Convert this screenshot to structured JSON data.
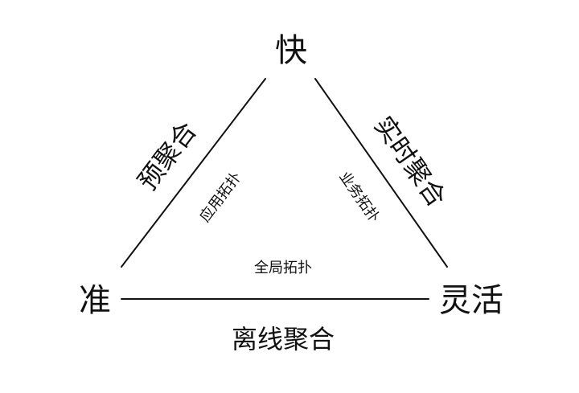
{
  "vertices": {
    "top": "快",
    "left": "准",
    "right": "灵活"
  },
  "outer_labels": {
    "left_edge": "预聚合",
    "right_edge": "实时聚合",
    "bottom_edge": "离线聚合"
  },
  "inner_labels": {
    "left_edge": "应用拓扑",
    "right_edge": "业务拓扑",
    "bottom_edge": "全局拓扑"
  },
  "colors": {
    "line": "#111111",
    "text": "#111111",
    "background": "#ffffff"
  }
}
